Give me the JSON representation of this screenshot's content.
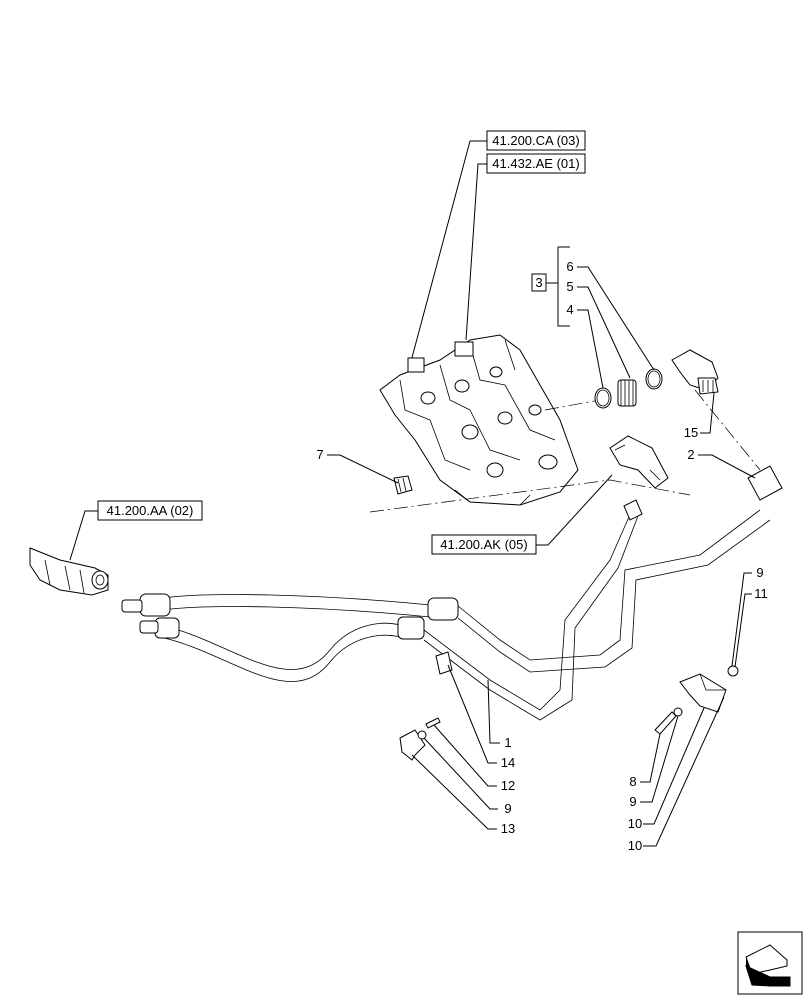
{
  "references": {
    "valve_ref_1": "41.200.CA (03)",
    "valve_ref_2": "41.432.AE (01)",
    "pump_ref": "41.200.AA (02)",
    "elbow_ref": "41.200.AK (05)"
  },
  "group_label": "3",
  "callouts": {
    "c6": "6",
    "c5": "5",
    "c4": "4",
    "c15": "15",
    "c7": "7",
    "c2": "2",
    "c9a": "9",
    "c11": "11",
    "c1": "1",
    "c14": "14",
    "c12": "12",
    "c9b": "9",
    "c13": "13",
    "c8": "8",
    "c9c": "9",
    "c10a": "10",
    "c10b": "10"
  },
  "icons": {
    "nav": "next-page-arrow-icon"
  }
}
